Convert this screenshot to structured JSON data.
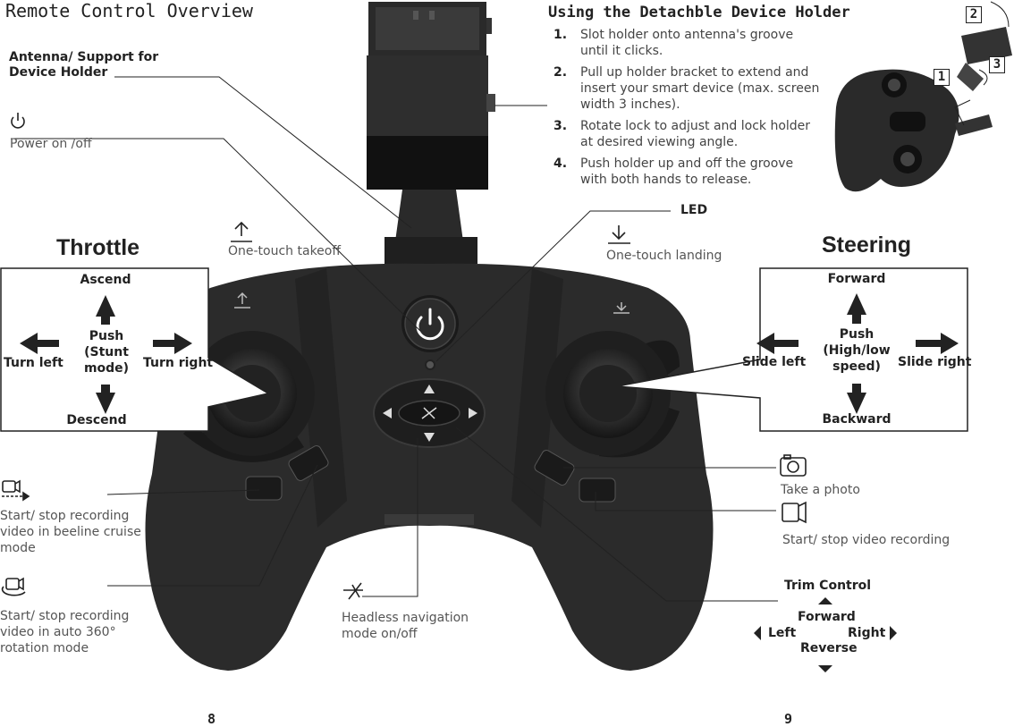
{
  "title": "Remote Control Overview",
  "holder": {
    "heading": "Using the Detachble Device Holder",
    "steps": [
      {
        "num": "1.",
        "text": "Slot holder onto antenna's groove until it clicks."
      },
      {
        "num": "2.",
        "text": "Pull up holder bracket to extend and insert your smart device (max. screen width 3 inches)."
      },
      {
        "num": "3.",
        "text": "Rotate lock to adjust and lock holder at desired viewing angle."
      },
      {
        "num": "4.",
        "text": "Push holder up and off the groove with both hands to release."
      }
    ],
    "callouts": [
      "2",
      "3",
      "1"
    ]
  },
  "labels": {
    "antenna": "Antenna/ Support for Device Holder",
    "power": "Power on /off",
    "led": "LED",
    "takeoff": "One-touch takeoff",
    "landing": "One-touch landing",
    "beeline": "Start/ stop recording video in beeline cruise mode",
    "rotation": "Start/ stop recording video in auto 360° rotation mode",
    "headless": "Headless navigation mode on/off",
    "photo": "Take a photo",
    "video": "Start/ stop video recording"
  },
  "throttle": {
    "title": "Throttle",
    "up": "Ascend",
    "down": "Descend",
    "left": "Turn left",
    "right": "Turn right",
    "center": "Push (Stunt mode)"
  },
  "steering": {
    "title": "Steering",
    "up": "Forward",
    "down": "Backward",
    "left": "Slide left",
    "right": "Slide right",
    "center": "Push (High/low speed)"
  },
  "trim": {
    "title": "Trim Control",
    "forward": "Forward",
    "reverse": "Reverse",
    "left": "Left",
    "right": "Right"
  },
  "pages": {
    "left": "8",
    "right": "9"
  },
  "icons": [
    "power-icon",
    "takeoff-icon",
    "landing-icon",
    "beeline-video-icon",
    "rotation-video-icon",
    "headless-icon",
    "camera-icon",
    "video-camera-icon"
  ]
}
